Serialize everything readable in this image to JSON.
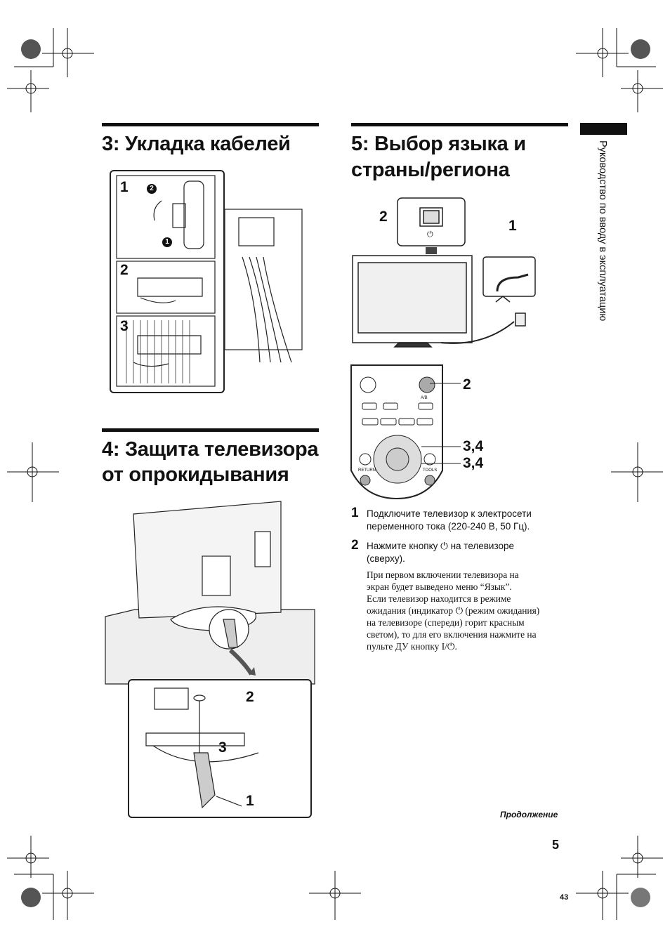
{
  "section3": {
    "title": "3: Укладка кабелей",
    "labels": [
      "1",
      "2",
      "3"
    ],
    "badges": [
      "2",
      "1"
    ]
  },
  "section4": {
    "title_line1": "4: Защита телевизора",
    "title_line2": "от опрокидывания",
    "labels": [
      "2",
      "3",
      "1"
    ]
  },
  "section5": {
    "title_line1": "5: Выбор языка и",
    "title_line2": "страны/региона",
    "tv_labels": {
      "button": "2",
      "plug": "1"
    },
    "remote_labels": {
      "power": "2",
      "nav1": "3,4",
      "nav2": "3,4"
    },
    "remote_text": {
      "return": "RETURN",
      "tools": "TOOLS",
      "ab": "A/B"
    },
    "steps": [
      {
        "num": "1",
        "text_line1": "Подключите телевизор к электросети",
        "text_line2": "переменного тока (220-240 В, 50 Гц)."
      },
      {
        "num": "2",
        "text_line1": "Нажмите кнопку ⏻ на телевизоре",
        "text_line2": "(сверху)."
      }
    ],
    "note_lines": [
      "При первом включении телевизора на",
      "экран будет выведено меню “Язык”.",
      "Если телевизор находится в режиме",
      "ожидания (индикатор ⏻ (режим ожидания)",
      "на телевизоре (спереди) горит красным",
      "светом), то для его включения нажмите на",
      "пульте ДУ кнопку I/⏻."
    ]
  },
  "sidebar": {
    "text": "Руководство по вводу в эксплуатацию"
  },
  "footer": {
    "continued": "Продолжение",
    "page_number": "5",
    "sheet_number": "43"
  },
  "colors": {
    "ink": "#111111",
    "gray": "#9a9a9a"
  }
}
